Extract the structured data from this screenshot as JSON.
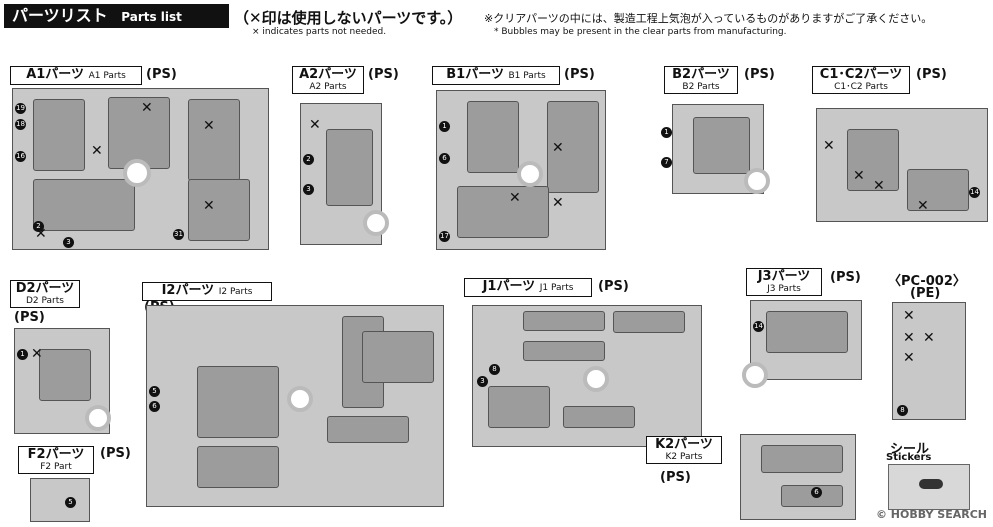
{
  "header": {
    "title_jp": "パーツリスト",
    "title_en": "Parts list",
    "note_jp": "（✕印は使用しないパーツです。）",
    "note_en": "× indicates parts not needed.",
    "clear_note_jp": "※クリアパーツの中には、製造工程上気泡が入っているものがありますがご了承ください。",
    "clear_note_en": "* Bubbles may be present in the clear parts from manufacturing."
  },
  "sections": {
    "a1": {
      "jp": "A1パーツ",
      "en": "A1 Parts",
      "mat": "(PS)"
    },
    "a2": {
      "jp": "A2パーツ",
      "en": "A2 Parts",
      "mat": "(PS)"
    },
    "b1": {
      "jp": "B1パーツ",
      "en": "B1 Parts",
      "mat": "(PS)"
    },
    "b2": {
      "jp": "B2パーツ",
      "en": "B2 Parts",
      "mat": "(PS)"
    },
    "c1c2": {
      "jp": "C1･C2パーツ",
      "en": "C1･C2 Parts",
      "mat": "(PS)"
    },
    "d2": {
      "jp": "D2パーツ",
      "en": "D2 Parts",
      "mat": "(PS)"
    },
    "i2": {
      "jp": "I2パーツ",
      "en": "I2 Parts",
      "mat": "(PS)"
    },
    "j1": {
      "jp": "J1パーツ",
      "en": "J1 Parts",
      "mat": "(PS)"
    },
    "j3": {
      "jp": "J3パーツ",
      "en": "J3 Parts",
      "mat": "(PS)"
    },
    "pc": {
      "jp": "〈PC-002〉",
      "en": "",
      "mat": "(PE)"
    },
    "f2": {
      "jp": "F2パーツ",
      "en": "F2 Part",
      "mat": "(PS)"
    },
    "k2": {
      "jp": "K2パーツ",
      "en": "K2 Parts",
      "mat": "(PS)"
    },
    "stickers": {
      "jp": "シール",
      "en": "Stickers"
    }
  },
  "watermark": "© HOBBY SEARCH",
  "icons": {
    "excluded": "✕"
  }
}
